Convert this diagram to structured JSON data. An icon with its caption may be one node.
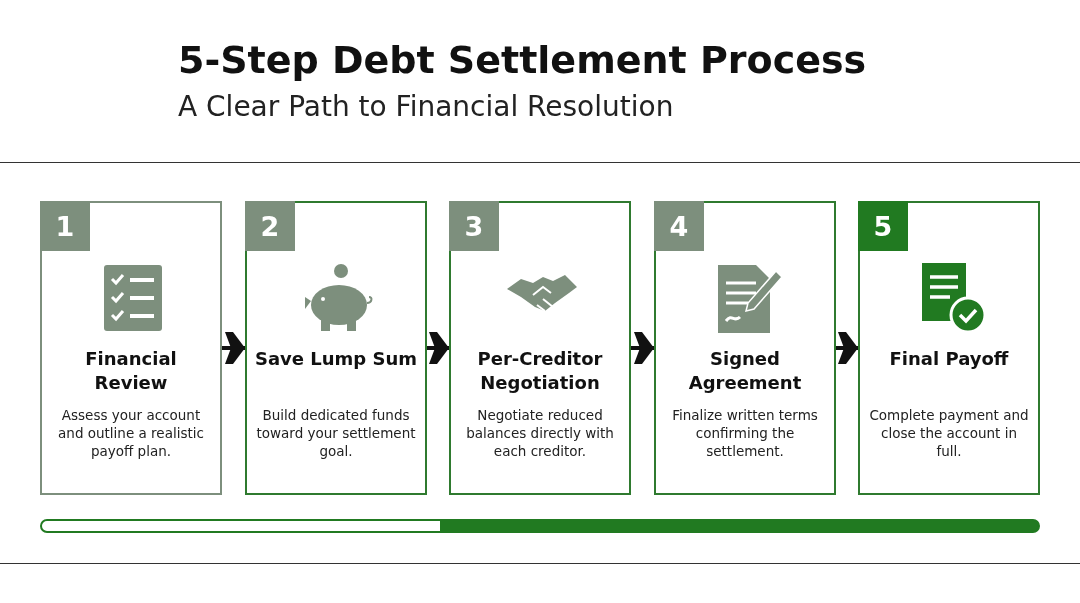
{
  "diagram": {
    "title": "5-Step Debt Settlement Process",
    "caption": "A Clear Path to Financial Resolution",
    "nodes": [
      {
        "text": [
          "1",
          "Financial Review",
          "Assess your account and outline a realistic payoff plan."
        ]
      },
      {
        "text": [
          "2",
          "Save Lump Sum",
          "Build dedicated funds toward your settlement goal."
        ]
      },
      {
        "text": [
          "3",
          "Per-Creditor Negotiation",
          "Negotiate reduced balances directly with each creditor."
        ]
      },
      {
        "text": [
          "4",
          "Signed Agreement",
          "Finalize written terms confirming the settlement."
        ]
      },
      {
        "text": [
          "5",
          "Final Payoff",
          "Complete payment and close the account in full."
        ]
      }
    ],
    "edges": [
      {
        "from": 0,
        "to": 1,
        "arrow": "to"
      },
      {
        "from": 1,
        "to": 2,
        "arrow": "to"
      },
      {
        "from": 2,
        "to": 3,
        "arrow": "to"
      },
      {
        "from": 3,
        "to": 4,
        "arrow": "to"
      }
    ]
  }
}
